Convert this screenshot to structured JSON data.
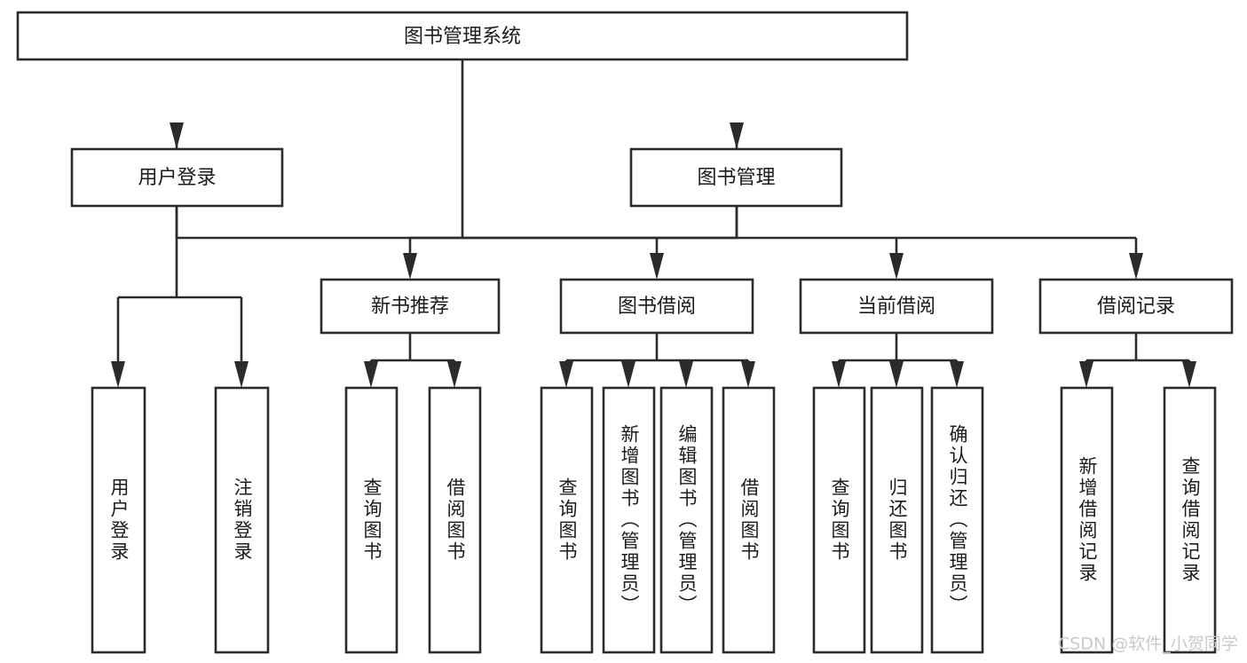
{
  "diagram": {
    "title": "图书管理系统",
    "type": "tree-hierarchy-chart",
    "background_color": "#ffffff",
    "line_color": "#2b2b2b",
    "box_fill": "#ffffff",
    "text_color": "#1b1b1b",
    "root": {
      "id": "root",
      "label": "图书管理系统",
      "orientation": "horizontal"
    },
    "level2": [
      {
        "id": "user-login",
        "label": "用户登录",
        "orientation": "horizontal"
      },
      {
        "id": "book-management",
        "label": "图书管理",
        "orientation": "horizontal"
      }
    ],
    "level3": [
      {
        "id": "new-book-recommend",
        "label": "新书推荐",
        "orientation": "horizontal",
        "parent": "book-management"
      },
      {
        "id": "book-borrow",
        "label": "图书借阅",
        "orientation": "horizontal",
        "parent": "book-management"
      },
      {
        "id": "current-borrow",
        "label": "当前借阅",
        "orientation": "horizontal",
        "parent": "book-management"
      },
      {
        "id": "borrow-record",
        "label": "借阅记录",
        "orientation": "horizontal",
        "parent": "book-management"
      }
    ],
    "leaves": [
      {
        "id": "leaf-user-login",
        "label": "用户登录",
        "orientation": "vertical",
        "parent": "user-login"
      },
      {
        "id": "leaf-user-logout",
        "label": "注销登录",
        "orientation": "vertical",
        "parent": "user-login"
      },
      {
        "id": "leaf-query-book-1",
        "label": "查询图书",
        "orientation": "vertical",
        "parent": "new-book-recommend"
      },
      {
        "id": "leaf-borrow-book-1",
        "label": "借阅图书",
        "orientation": "vertical",
        "parent": "new-book-recommend"
      },
      {
        "id": "leaf-query-book-2",
        "label": "查询图书",
        "orientation": "vertical",
        "parent": "book-borrow"
      },
      {
        "id": "leaf-add-book",
        "label": "新增图书（管理员）",
        "orientation": "vertical",
        "parent": "book-borrow"
      },
      {
        "id": "leaf-edit-book",
        "label": "编辑图书（管理员）",
        "orientation": "vertical",
        "parent": "book-borrow"
      },
      {
        "id": "leaf-borrow-book-2",
        "label": "借阅图书",
        "orientation": "vertical",
        "parent": "book-borrow"
      },
      {
        "id": "leaf-query-book-3",
        "label": "查询图书",
        "orientation": "vertical",
        "parent": "current-borrow"
      },
      {
        "id": "leaf-return-book",
        "label": "归还图书",
        "orientation": "vertical",
        "parent": "current-borrow"
      },
      {
        "id": "leaf-confirm-return",
        "label": "确认归还（管理员）",
        "orientation": "vertical",
        "parent": "current-borrow"
      },
      {
        "id": "leaf-add-record",
        "label": "新增借阅记录",
        "orientation": "vertical",
        "parent": "borrow-record"
      },
      {
        "id": "leaf-query-record",
        "label": "查询借阅记录",
        "orientation": "vertical",
        "parent": "borrow-record"
      }
    ]
  },
  "watermark": {
    "text": "CSDN @软件_小贺同学",
    "color": "#c9c9c9"
  }
}
